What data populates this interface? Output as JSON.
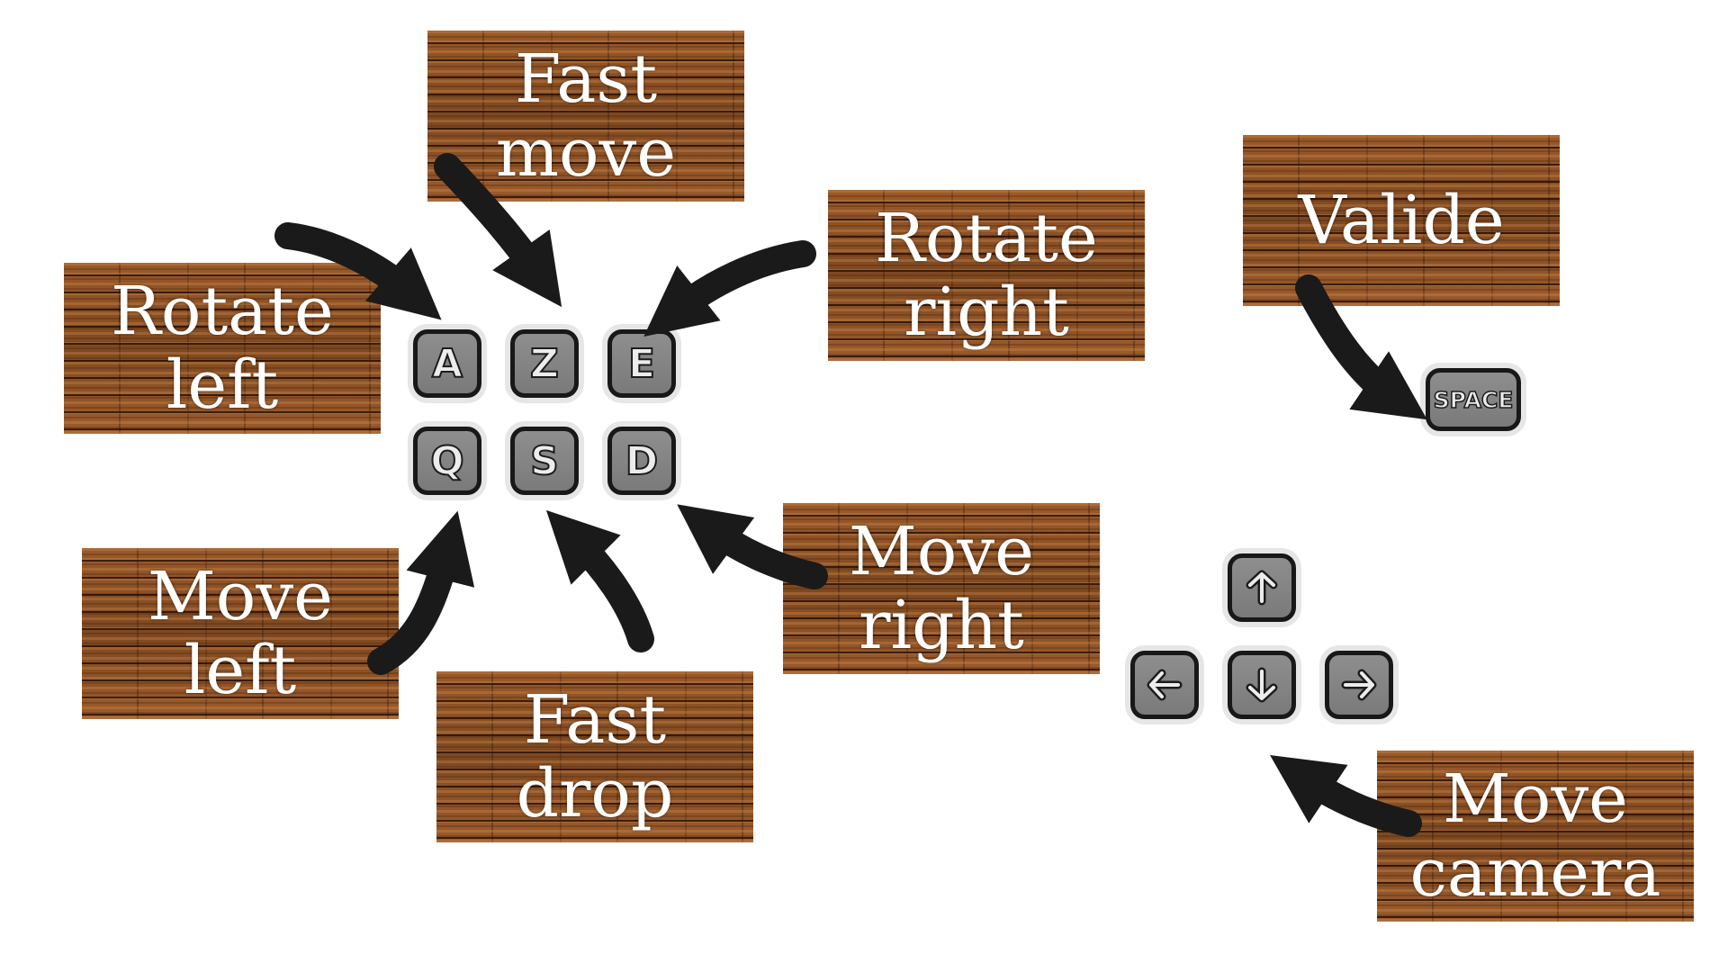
{
  "labels": {
    "fast_move": [
      "Fast",
      "move"
    ],
    "rotate_left": [
      "Rotate",
      "left"
    ],
    "rotate_right": [
      "Rotate",
      "right"
    ],
    "valide": [
      "Valide"
    ],
    "move_left": [
      "Move",
      "left"
    ],
    "fast_drop": [
      "Fast",
      "drop"
    ],
    "move_right": [
      "Move",
      "right"
    ],
    "move_camera": [
      "Move",
      "camera"
    ]
  },
  "keys": {
    "a": "A",
    "z": "Z",
    "e": "E",
    "q": "Q",
    "s": "S",
    "d": "D",
    "space": "SPACE"
  },
  "icons": {
    "up": "arrow-up-icon",
    "down": "arrow-down-icon",
    "left": "arrow-left-icon",
    "right": "arrow-right-icon"
  },
  "colors": {
    "wood": "#8a4f22",
    "key_face": "#858585",
    "key_border": "#181818",
    "key_glyph": "#ececec",
    "pointer_arrow": "#1a1a1a"
  }
}
